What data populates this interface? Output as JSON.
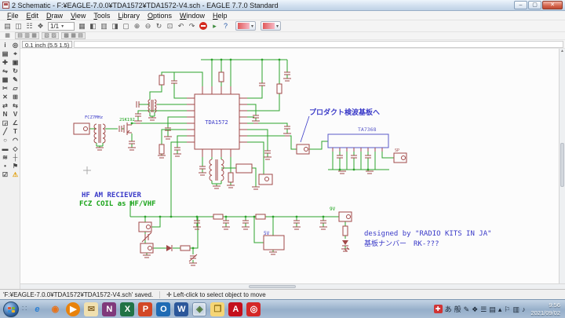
{
  "window": {
    "title": "2 Schematic - F:¥EAGLE-7.0.0¥TDA1572¥TDA1572-V4.sch - EAGLE 7.7.0 Standard",
    "controls": {
      "minimize": "–",
      "maximize": "▢",
      "close": "✕"
    }
  },
  "menubar": [
    "File",
    "Edit",
    "Draw",
    "View",
    "Tools",
    "Library",
    "Options",
    "Window",
    "Help"
  ],
  "toolbar_main": {
    "sheet": "1/1",
    "coord": "0.1 inch (5.5 1.5)",
    "command": "",
    "icons": [
      {
        "n": "open-icon",
        "g": "▤"
      },
      {
        "n": "save-icon",
        "g": "◫"
      },
      {
        "n": "print-icon",
        "g": "☷"
      },
      {
        "n": "export-image-icon",
        "g": "❖"
      },
      {
        "n": "sheet-combo",
        "t": "combo"
      },
      {
        "n": "grid-icon",
        "g": "▦"
      },
      {
        "n": "layer-settings-icon",
        "g": "◧"
      },
      {
        "n": "layer-list-icon",
        "g": "▥"
      },
      {
        "n": "layer-visibility-icon",
        "g": "◨"
      },
      {
        "n": "zoom-fit-icon",
        "g": "▢"
      },
      {
        "n": "zoom-in-icon",
        "g": "⊕"
      },
      {
        "n": "zoom-out-icon",
        "g": "⊖"
      },
      {
        "n": "zoom-redraw-icon",
        "g": "↻"
      },
      {
        "n": "zoom-select-icon",
        "g": "⊡"
      },
      {
        "n": "undo-icon",
        "g": "↶"
      },
      {
        "n": "redo-icon",
        "g": "↷"
      },
      {
        "n": "stop-icon",
        "t": "stop"
      },
      {
        "n": "go-icon",
        "g": "▸",
        "c": "#3c8a3c"
      },
      {
        "n": "help-icon",
        "g": "?",
        "c": "#2458a8"
      },
      {
        "n": "pcb-service-button",
        "t": "svc"
      },
      {
        "n": "pcb-quote-button",
        "t": "svc"
      }
    ]
  },
  "toolbar_aux": {
    "groups": [
      [
        "▦"
      ],
      [
        "▤",
        "▥",
        "▦"
      ],
      [
        "▧",
        "▨"
      ],
      [
        "▩",
        "▦",
        "▤"
      ]
    ]
  },
  "left_tools": [
    [
      "tool-info-icon",
      "i"
    ],
    [
      "tool-show-icon",
      "◎"
    ],
    [
      "tool-display-icon",
      "▤"
    ],
    [
      "tool-mark-icon",
      "⌖"
    ],
    [
      "tool-move-icon",
      "✚"
    ],
    [
      "tool-copy-icon",
      "▣"
    ],
    [
      "tool-mirror-icon",
      "⇋"
    ],
    [
      "tool-rotate-icon",
      "↻"
    ],
    [
      "tool-group-icon",
      "▦"
    ],
    [
      "tool-change-icon",
      "✎"
    ],
    [
      "tool-cut-icon",
      "✂"
    ],
    [
      "tool-paste-icon",
      "▱"
    ],
    [
      "tool-delete-icon",
      "✕"
    ],
    [
      "tool-add-icon",
      "⊞"
    ],
    [
      "tool-pinswap-icon",
      "⇄"
    ],
    [
      "tool-replace-icon",
      "⇆"
    ],
    [
      "tool-name-icon",
      "N"
    ],
    [
      "tool-value-icon",
      "V"
    ],
    [
      "tool-smash-icon",
      "◲"
    ],
    [
      "tool-miter-icon",
      "∠"
    ],
    [
      "tool-wire-icon",
      "╱"
    ],
    [
      "tool-text-icon",
      "T"
    ],
    [
      "tool-circle-icon",
      "○"
    ],
    [
      "tool-arc-icon",
      "◠"
    ],
    [
      "tool-rect-icon",
      "▬"
    ],
    [
      "tool-polygon-icon",
      "◇"
    ],
    [
      "tool-bus-icon",
      "≋"
    ],
    [
      "tool-net-icon",
      "┼"
    ],
    [
      "tool-junction-icon",
      "•"
    ],
    [
      "tool-label-icon",
      "⚑"
    ],
    [
      "tool-erc-icon",
      "☑"
    ],
    [
      "tool-erc-errors-icon",
      "⚠",
      "#e09b00"
    ]
  ],
  "canvas": {
    "ic1": "TDA1572",
    "ic2": "TA7368",
    "ann_product": "プロダクト検波基板へ",
    "ann_line1": "HF AM RECIEVER",
    "ann_line2": "FCZ COIL as HF/VHF",
    "ann_designed": "designed by \"RADIO KITS IN JA\"",
    "ann_board": "基板ナンバー　RK-???",
    "lbl_coil": "FCZ7MHz",
    "lbl_fet": "2SK192",
    "lbl_sp": "SP",
    "lbl_9v": "9V",
    "lbl_5v": "5V",
    "colors": {
      "wire": "#2da32d",
      "symbol": "#a14848",
      "text_blue": "#3a3ac8",
      "text_green": "#17a317"
    }
  },
  "statusbar": {
    "file": "'F:¥EAGLE-7.0.0¥TDA1572¥TDA1572-V4.sch' saved.",
    "hint_icon": "✛",
    "hint": "Left-click to select object to move"
  },
  "taskbar": {
    "apps": [
      {
        "n": "taskbar-ie-icon",
        "g": "e",
        "fg": "#2a7fd4",
        "it": 1
      },
      {
        "n": "taskbar-firefox-icon",
        "g": "◉",
        "fg": "#e8731a"
      },
      {
        "n": "taskbar-mediaplayer-icon",
        "g": "▶",
        "fg": "#fff",
        "bg": "#e8820c",
        "round": 1
      },
      {
        "n": "taskbar-mail-icon",
        "g": "✉",
        "fg": "#8a6a30",
        "bg": "#f0e0b0"
      },
      {
        "n": "taskbar-onenote-icon",
        "g": "N",
        "fg": "#fff",
        "bg": "#80397b"
      },
      {
        "n": "taskbar-excel-icon",
        "g": "X",
        "fg": "#fff",
        "bg": "#217346"
      },
      {
        "n": "taskbar-powerpoint-icon",
        "g": "P",
        "fg": "#fff",
        "bg": "#d24726"
      },
      {
        "n": "taskbar-outlook-icon",
        "g": "O",
        "fg": "#fff",
        "bg": "#1f6bb4"
      },
      {
        "n": "taskbar-word-icon",
        "g": "W",
        "fg": "#fff",
        "bg": "#2b579a"
      },
      {
        "n": "taskbar-eagle-button",
        "g": "◈",
        "fg": "#4f7a3c",
        "bg": "#cfe0f0",
        "active": 1
      },
      {
        "n": "taskbar-explorer-icon",
        "g": "❒",
        "fg": "#8a6a10",
        "bg": "#f5d576"
      },
      {
        "n": "taskbar-acrobat-icon",
        "g": "A",
        "fg": "#fff",
        "bg": "#c40f1c"
      },
      {
        "n": "taskbar-gom-icon",
        "g": "◎",
        "fg": "#fff",
        "bg": "#d42828"
      }
    ],
    "tray": [
      {
        "n": "tray-security-icon",
        "g": "✚",
        "fg": "#fff",
        "bg": "#d03434"
      },
      {
        "n": "ime-input-mode",
        "g": "あ"
      },
      {
        "n": "ime-conversion-mode",
        "g": "般"
      },
      {
        "n": "ime-pen-icon",
        "g": "✎"
      },
      {
        "n": "ime-dictionary-icon",
        "g": "❖"
      },
      {
        "n": "ime-toolbar-icon",
        "g": "☰"
      },
      {
        "n": "ime-kana-icon",
        "g": "▤"
      },
      {
        "n": "tray-expand-icon",
        "g": "▴"
      },
      {
        "n": "tray-flag-icon",
        "g": "⚐"
      },
      {
        "n": "tray-network-icon",
        "g": "▥"
      },
      {
        "n": "tray-volume-icon",
        "g": "♪"
      }
    ],
    "time": "9:56",
    "date": "2021/09/02"
  }
}
